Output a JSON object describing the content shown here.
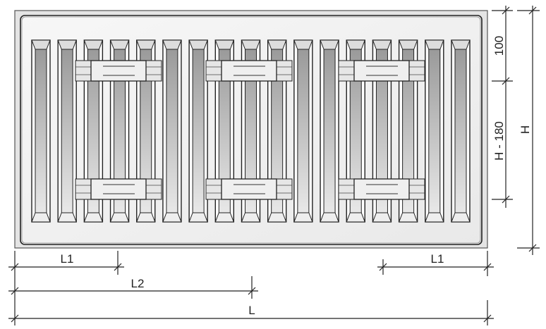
{
  "diagram": {
    "fin_count": 17,
    "bracket_groups": 3,
    "dimensions": {
      "top_offset": "100",
      "bracket_spacing": "H - 180",
      "height": "H",
      "left_offset": "L1",
      "right_offset": "L1",
      "middle_offset": "L2",
      "length": "L"
    },
    "colors": {
      "line": "#222222",
      "fin": "#a8a8a8",
      "panel": "#f2f2f2",
      "bracket": "#e6e6e6"
    }
  }
}
